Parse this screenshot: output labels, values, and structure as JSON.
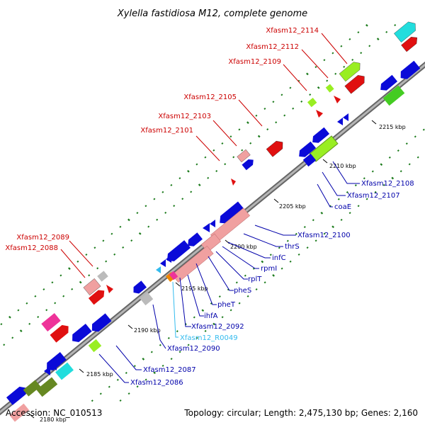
{
  "title": "Xylella fastidiosa M12, complete genome",
  "footer": {
    "accession": "Accession: NC_010513",
    "summary": "Topology: circular; Length: 2,475,130 bp; Genes: 2,160"
  },
  "ticks": [
    "2185 kbp",
    "2190 kbp",
    "2195 kbp",
    "2200 kbp",
    "2205 kbp",
    "2210 kbp",
    "2215 kbp"
  ],
  "partial_tick": "2180 kbp",
  "colors": {
    "forward_label": "#cc0000",
    "reverse_label": "#0000aa",
    "rna_label": "#33bbee",
    "backbone": "#888888",
    "gene_blue": "#0a0ad8",
    "gene_red": "#e01010",
    "gene_pink": "#f0a0a0",
    "gene_green": "#44cc22",
    "gene_lime": "#99ee22",
    "gene_olive": "#668822",
    "gene_cyan": "#22dddd",
    "gene_magenta": "#ee3399",
    "gene_gray": "#bbbbbb",
    "gc_dots": "#1a7a1a"
  },
  "labels_forward": [
    "Xfasm12_2114",
    "Xfasm12_2112",
    "Xfasm12_2109",
    "Xfasm12_2105",
    "Xfasm12_2103",
    "Xfasm12_2101",
    "Xfasm12_2089",
    "Xfasm12_2088"
  ],
  "labels_reverse": [
    "Xfasm12_2108",
    "Xfasm12_2107",
    "coaE",
    "Xfasm12_2100",
    "thrS",
    "infC",
    "rpmI",
    "rplT",
    "pheS",
    "pheT",
    "ihfA",
    "Xfasm12_2092",
    "Xfasm12_R0049",
    "Xfasm12_2090",
    "Xfasm12_2087",
    "Xfasm12_2086"
  ]
}
